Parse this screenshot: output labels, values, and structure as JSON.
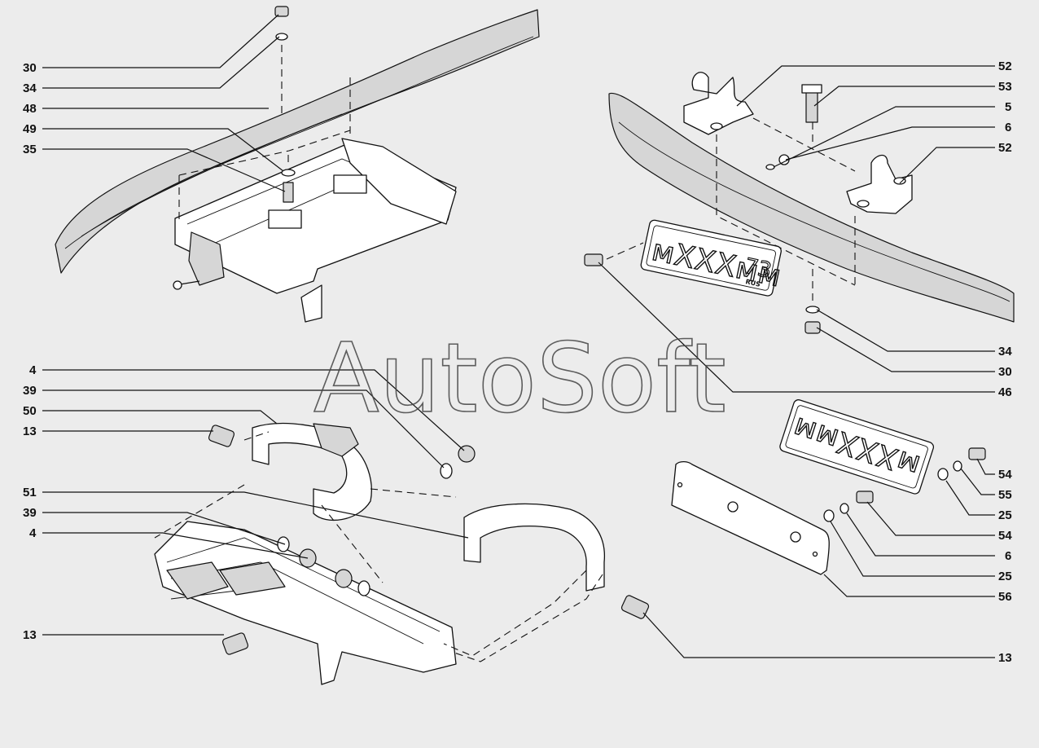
{
  "watermark": "AutoSoft",
  "plate": {
    "letters": "мXXXмм",
    "region": "73",
    "country": "RUS"
  },
  "callouts_left_top": [
    "30",
    "34",
    "48",
    "49",
    "35"
  ],
  "callouts_left_bottom": [
    "4",
    "39",
    "50",
    "13",
    "51",
    "39",
    "4",
    "13"
  ],
  "callouts_right_top": [
    "52",
    "53",
    "5",
    "6",
    "52",
    "34",
    "30",
    "46"
  ],
  "callouts_right_bottom": [
    "54",
    "55",
    "25",
    "54",
    "6",
    "25",
    "56",
    "13"
  ]
}
